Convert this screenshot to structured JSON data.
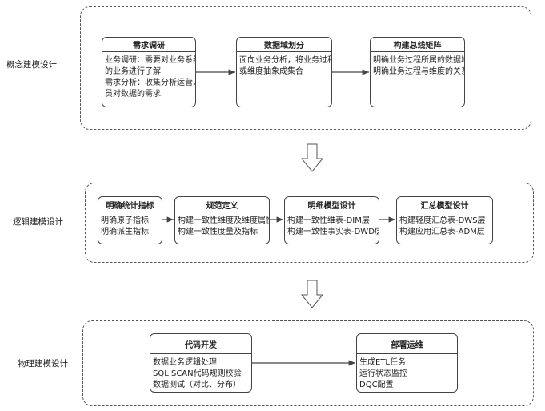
{
  "sections": [
    {
      "label": "概念建模设计",
      "boxes": [
        {
          "title": "需求调研",
          "lines": [
            "业务调研：需要对业务系统",
            "的业务进行了解",
            "需求分析：收集分析运营人",
            "员对数据的需求"
          ]
        },
        {
          "title": "数据域划分",
          "lines": [
            "面向业务分析，将业务过程",
            "或维度抽象成集合"
          ]
        },
        {
          "title": "构建总线矩阵",
          "lines": [
            "明确业务过程所属的数据域",
            "明确业务过程与维度的关系"
          ]
        }
      ]
    },
    {
      "label": "逻辑建模设计",
      "boxes": [
        {
          "title": "明确统计指标",
          "lines": [
            "明确原子指标",
            "明确派生指标"
          ]
        },
        {
          "title": "规范定义",
          "lines": [
            "构建一致性维度及维度属性",
            "构建一致性度量及指标"
          ]
        },
        {
          "title": "明细模型设计",
          "lines": [
            "构建一致性维表-DIM层",
            "构建一致性事实表-DWD层"
          ]
        },
        {
          "title": "汇总模型设计",
          "lines": [
            "构建轻度汇总表-DWS层",
            "构建应用汇总表-ADM层"
          ]
        }
      ]
    },
    {
      "label": "物理建模设计",
      "boxes": [
        {
          "title": "代码开发",
          "lines": [
            "数据业务逻辑处理",
            "SQL  SCAN代码规则校验",
            "数据测试（对比、分布）"
          ]
        },
        {
          "title": "部署运维",
          "lines": [
            "生成ETL任务",
            "运行状态监控",
            "DQC配置"
          ]
        }
      ]
    }
  ]
}
